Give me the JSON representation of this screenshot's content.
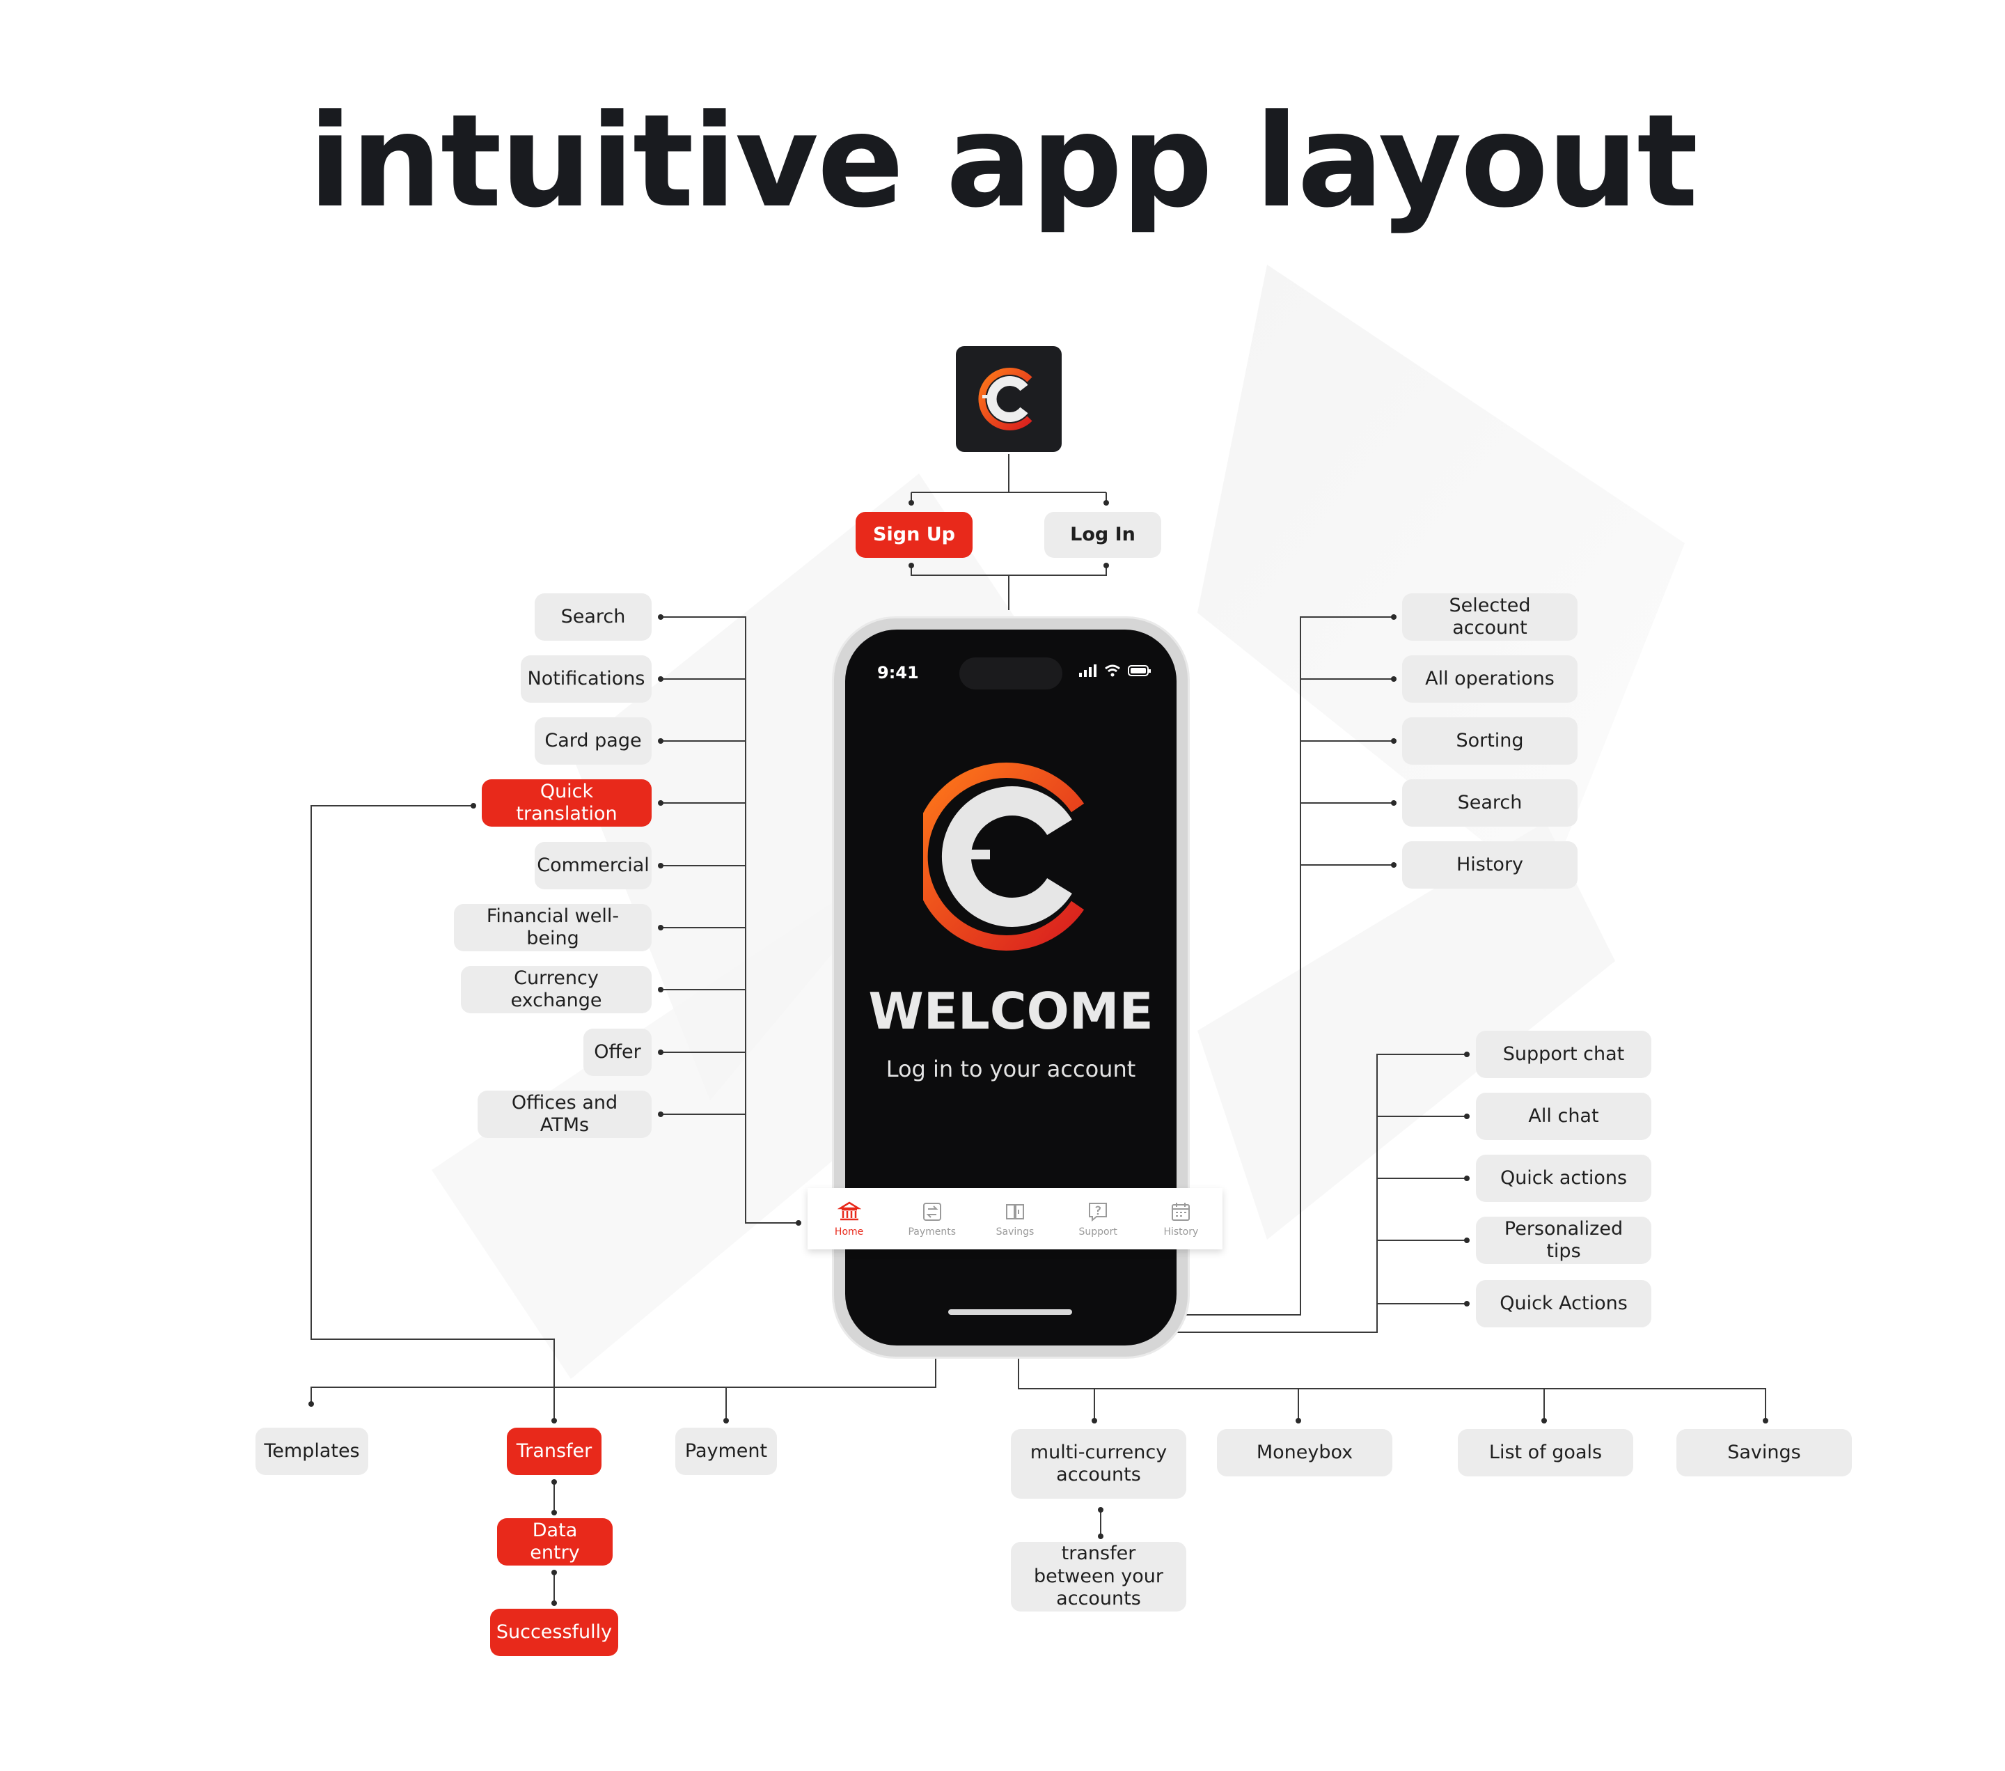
{
  "title": "intuitive app layout",
  "auth": {
    "signup": "Sign Up",
    "login": "Log In"
  },
  "phone": {
    "time": "9:41",
    "welcome": "WELCOME",
    "subtitle": "Log in to your account",
    "tabs": [
      {
        "label": "Home",
        "icon": "bank-icon"
      },
      {
        "label": "Payments",
        "icon": "transfer-icon"
      },
      {
        "label": "Savings",
        "icon": "piggy-icon"
      },
      {
        "label": "Support",
        "icon": "help-icon"
      },
      {
        "label": "History",
        "icon": "calendar-icon"
      }
    ]
  },
  "home_features": [
    "Search",
    "Notifications",
    "Card page",
    "Quick translation",
    "Commercial",
    "Financial well-being",
    "Currency exchange",
    "Offer",
    "Offices and ATMs"
  ],
  "history_features": [
    "Selected account",
    "All operations",
    "Sorting",
    "Search",
    "History"
  ],
  "support_features": [
    "Support chat",
    "All chat",
    "Quick actions",
    "Personalized tips",
    "Quick Actions"
  ],
  "payments_features": [
    "Templates",
    "Transfer",
    "Payment"
  ],
  "transfer_flow": [
    "Data entry",
    "Successfully"
  ],
  "savings_features": [
    "multi-currency accounts",
    "Moneybox",
    "List of goals",
    "Savings"
  ],
  "multicurrency_child": "transfer between your accounts",
  "colors": {
    "accent": "#e8291b",
    "pill": "#ececec",
    "text": "#1f1f1f",
    "dark": "#1c1d20"
  }
}
